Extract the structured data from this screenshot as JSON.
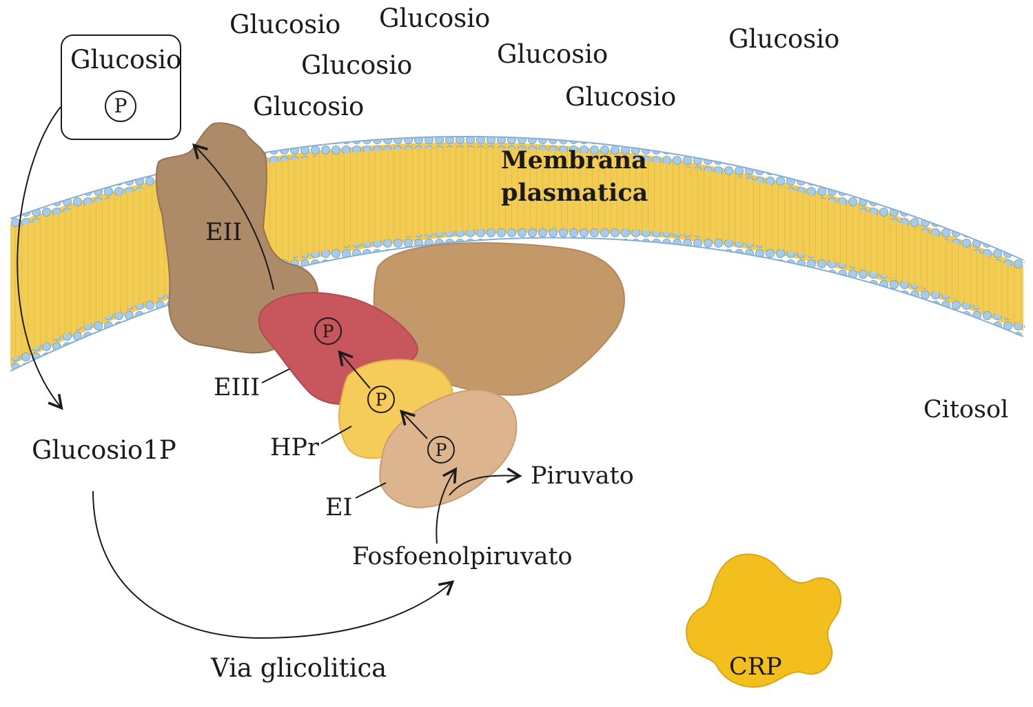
{
  "external_glucose": [
    "Glucosio",
    "Glucosio",
    "Glucosio",
    "Glucosio",
    "Glucosio",
    "Glucosio",
    "Glucosio"
  ],
  "box": {
    "label": "Glucosio",
    "p": "P"
  },
  "membrane": {
    "line1": "Membrana",
    "line2": "plasmatica"
  },
  "proteins": {
    "eii": "EII",
    "eiii": "EIII",
    "hpr": "HPr",
    "ei": "EI",
    "crp": "CRP"
  },
  "phosphate": "P",
  "metabolites": {
    "glucose1p": "Glucosio1P",
    "pep": "Fosfoenolpiruvato",
    "pyruvate": "Piruvato"
  },
  "pathway": "Via glicolitica",
  "compartment": "Citosol",
  "colors": {
    "membrane_yellow": "#f3cd52",
    "membrane_blue": "#9fc3e2",
    "eii_brown": "#ad8a68",
    "eiii_red": "#c8575d",
    "hpr_yellow": "#f5cb5a",
    "ei_tan": "#dcb48e",
    "big_complex": "#c4996a",
    "crp_gold": "#f2bf1f"
  }
}
